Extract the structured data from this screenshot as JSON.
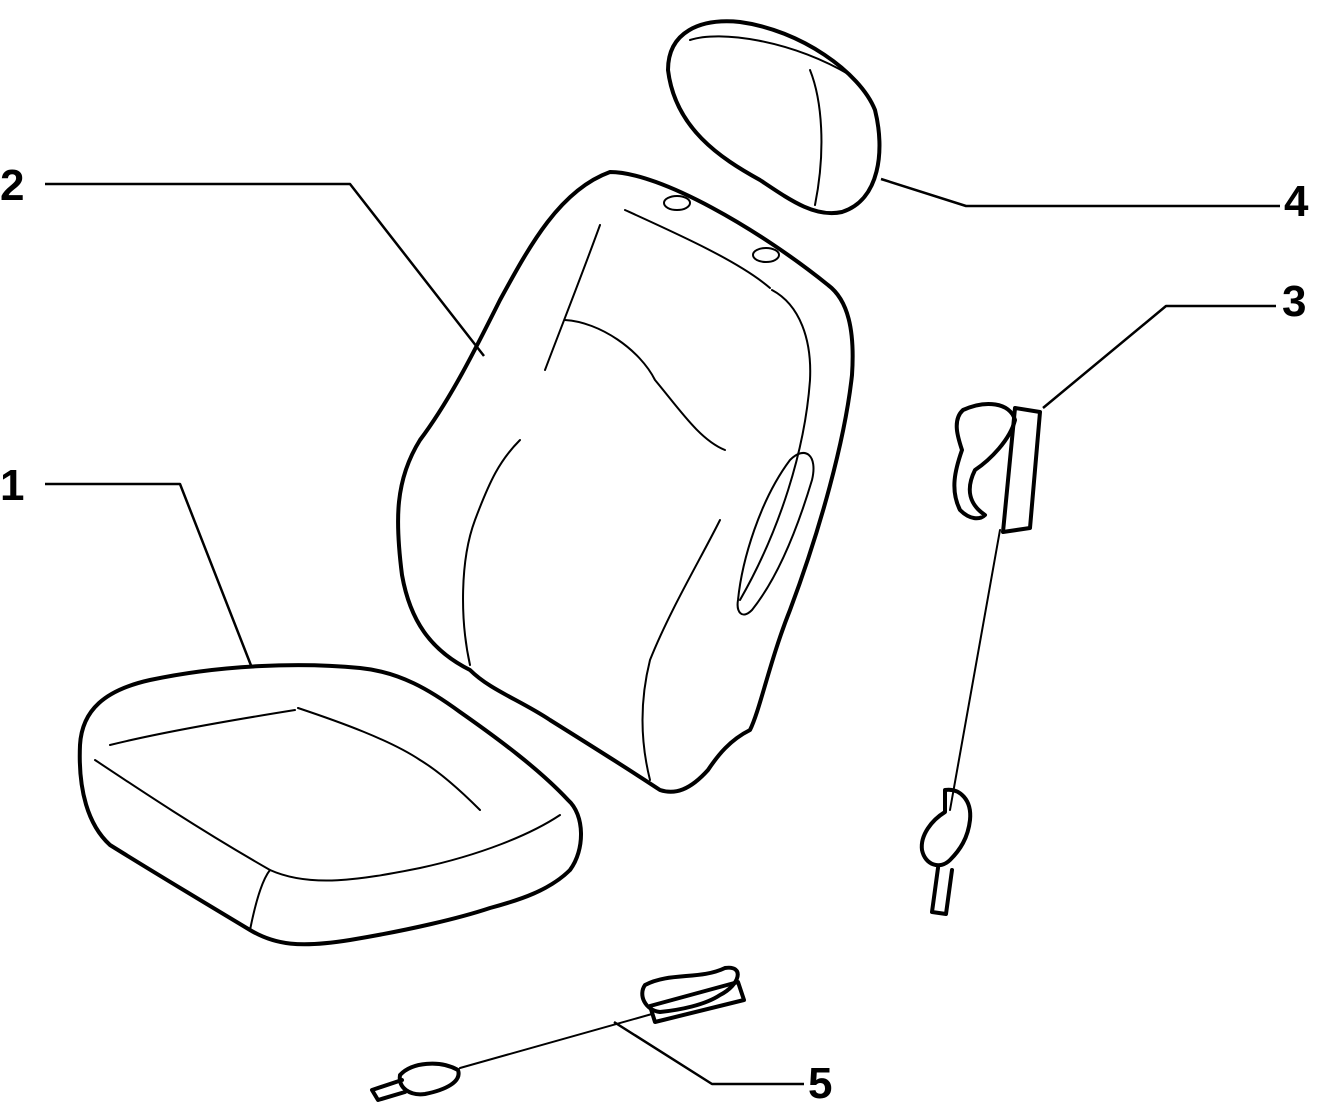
{
  "diagram": {
    "parts": [
      {
        "id": "seat-cushion",
        "number": "1"
      },
      {
        "id": "seat-backrest",
        "number": "2"
      },
      {
        "id": "backrest-cable",
        "number": "3"
      },
      {
        "id": "headrest",
        "number": "4"
      },
      {
        "id": "cushion-cable",
        "number": "5"
      }
    ],
    "colors": {
      "line": "#000000",
      "background": "#ffffff"
    }
  }
}
